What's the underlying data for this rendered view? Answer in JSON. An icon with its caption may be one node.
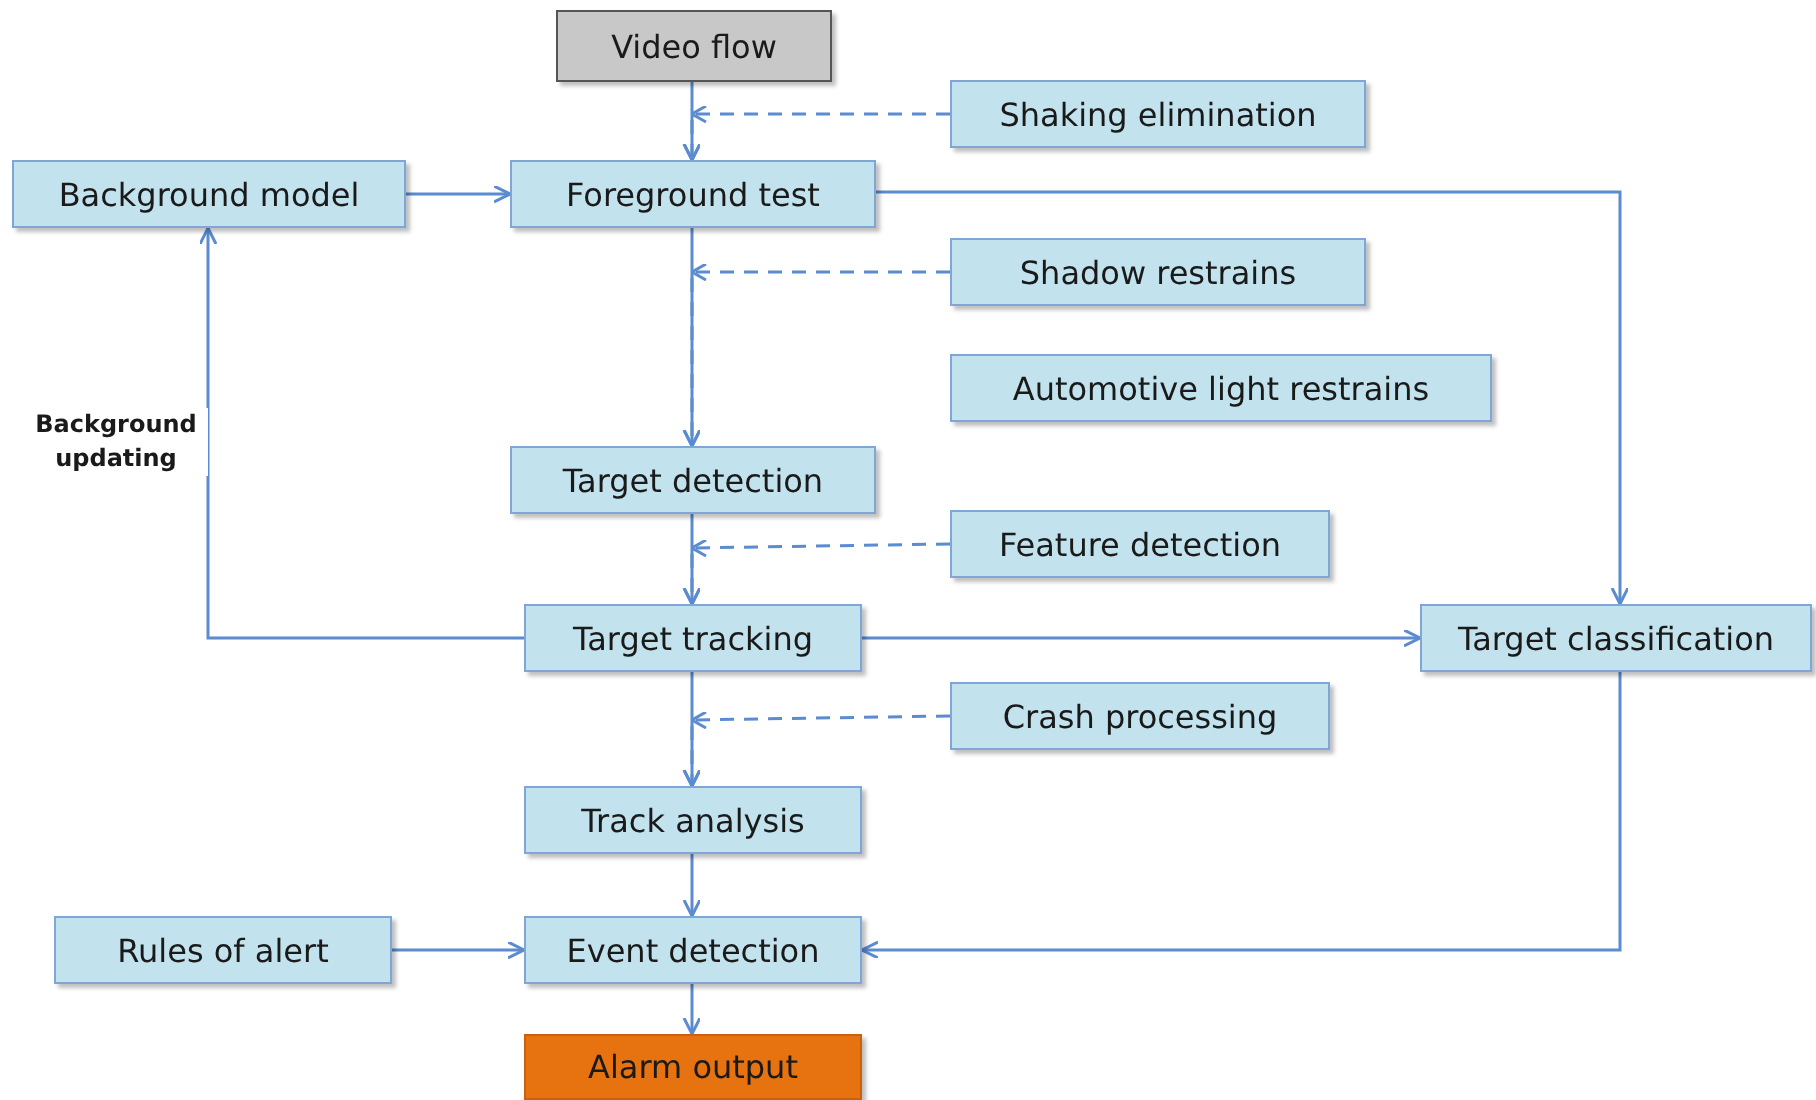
{
  "diagram": {
    "nodes": [
      {
        "text": [
          "Video flow"
        ]
      },
      {
        "text": [
          "Shaking elimination"
        ]
      },
      {
        "text": [
          "Background model"
        ]
      },
      {
        "text": [
          "Foreground test"
        ]
      },
      {
        "text": [
          "Shadow restrains"
        ]
      },
      {
        "text": [
          "Automotive light restrains"
        ]
      },
      {
        "text": [
          "Target detection"
        ]
      },
      {
        "text": [
          "Feature detection"
        ]
      },
      {
        "text": [
          "Target tracking"
        ]
      },
      {
        "text": [
          "Target classification"
        ]
      },
      {
        "text": [
          "Crash processing"
        ]
      },
      {
        "text": [
          "Track analysis"
        ]
      },
      {
        "text": [
          "Rules of alert"
        ]
      },
      {
        "text": [
          "Event detection"
        ]
      },
      {
        "text": [
          "Alarm output"
        ]
      }
    ],
    "edges": [
      {
        "from": 0,
        "to": 3,
        "arrow": "to"
      },
      {
        "from": 1,
        "to": 3,
        "arrow": "to",
        "style": "dashed"
      },
      {
        "from": 2,
        "to": 3,
        "arrow": "to"
      },
      {
        "from": 3,
        "to": 6,
        "arrow": "to"
      },
      {
        "from": 4,
        "to": 6,
        "arrow": "to",
        "style": "dashed"
      },
      {
        "from": 3,
        "to": 9,
        "arrow": "to"
      },
      {
        "from": 6,
        "to": 8,
        "arrow": "to"
      },
      {
        "from": 7,
        "to": 8,
        "arrow": "to",
        "style": "dashed"
      },
      {
        "from": 8,
        "to": 2,
        "arrow": "to",
        "label": "Background updating"
      },
      {
        "from": 8,
        "to": 9,
        "arrow": "to"
      },
      {
        "from": 8,
        "to": 11,
        "arrow": "to"
      },
      {
        "from": 10,
        "to": 11,
        "arrow": "to",
        "style": "dashed"
      },
      {
        "from": 11,
        "to": 13,
        "arrow": "to"
      },
      {
        "from": 12,
        "to": 13,
        "arrow": "to"
      },
      {
        "from": 9,
        "to": 13,
        "arrow": "to"
      },
      {
        "from": 13,
        "to": 14,
        "arrow": "to"
      }
    ]
  }
}
